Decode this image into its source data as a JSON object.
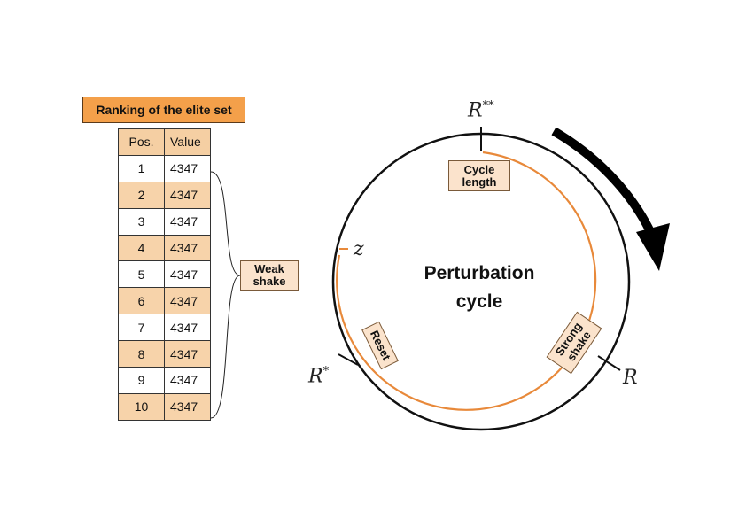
{
  "elite_set": {
    "title": "Ranking of the elite set",
    "headers": {
      "pos": "Pos.",
      "value": "Value"
    },
    "rows": [
      {
        "pos": "1",
        "value": "4347"
      },
      {
        "pos": "2",
        "value": "4347"
      },
      {
        "pos": "3",
        "value": "4347"
      },
      {
        "pos": "4",
        "value": "4347"
      },
      {
        "pos": "5",
        "value": "4347"
      },
      {
        "pos": "6",
        "value": "4347"
      },
      {
        "pos": "7",
        "value": "4347"
      },
      {
        "pos": "8",
        "value": "4347"
      },
      {
        "pos": "9",
        "value": "4347"
      },
      {
        "pos": "10",
        "value": "4347"
      }
    ]
  },
  "cycle": {
    "center_label": "Perturbation\ncycle",
    "labels": {
      "weak_shake": "Weak\nshake",
      "cycle_length": "Cycle\nlength",
      "reset": "Reset",
      "strong_shake": "Strong\nshake"
    },
    "markers": {
      "r_double_star": {
        "base": "R",
        "sup": "**"
      },
      "r_star": {
        "base": "R",
        "sup": "*"
      },
      "r": {
        "base": "R",
        "sup": ""
      },
      "z": {
        "base": "z",
        "sup": ""
      }
    }
  },
  "colors": {
    "orange": "#e8893a",
    "header": "#f4a04a",
    "row_alt": "#f7d3aa",
    "label_fill": "#fbe3cc"
  }
}
